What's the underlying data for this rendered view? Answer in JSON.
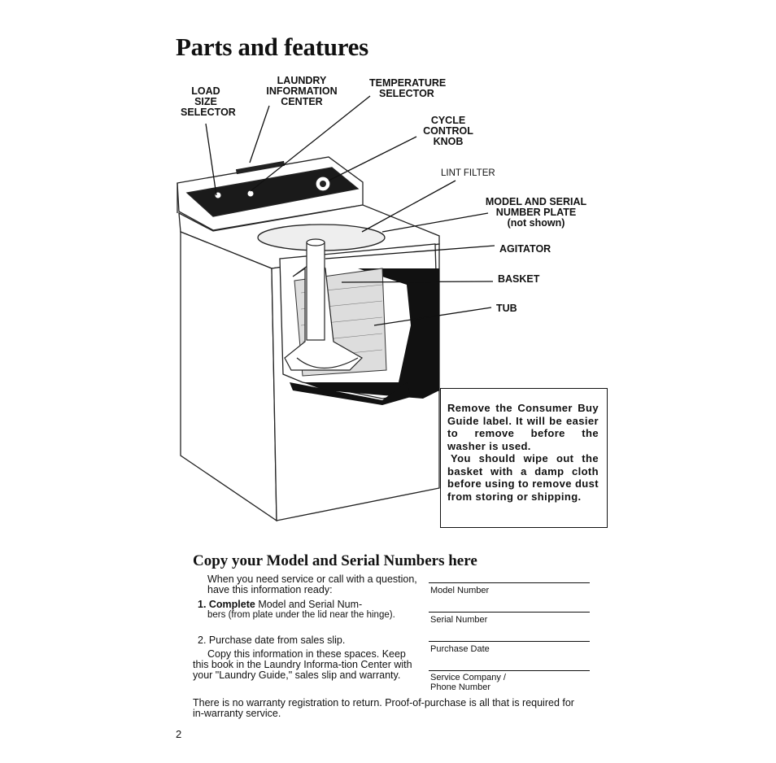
{
  "page": {
    "title": "Parts and features",
    "page_number": "2"
  },
  "labels": {
    "load_size": [
      "LOAD",
      "SIZE",
      "SELECTOR"
    ],
    "laundry_info": [
      "LAUNDRY",
      "INFORMATION",
      "CENTER"
    ],
    "temperature": [
      "TEMPERATURE",
      "SELECTOR"
    ],
    "cycle": [
      "CYCLE",
      "CONTROL",
      "KNOB"
    ],
    "lint": "LINT FILTER",
    "model_plate": [
      "MODEL AND SERIAL",
      "NUMBER PLATE",
      "(not shown)"
    ],
    "agitator": "AGITATOR",
    "basket": "BASKET",
    "tub": "TUB"
  },
  "notice": {
    "para1": "Remove the Consumer Buy Guide label. It will be easier to remove before the washer is used.",
    "para2": "You should wipe out the basket with a damp cloth before using to remove dust from storing or shipping."
  },
  "section": {
    "heading": "Copy your Model and Serial Numbers here",
    "intro": "When you need service or call with a question, have this information ready:",
    "item1_bold": "1. Complete",
    "item1_rest": " Model and Serial Num-",
    "item1_cont": "bers (from plate under the lid near the hinge).",
    "item2": "2. Purchase date from sales slip.",
    "copy_text": "Copy this information in these spaces. Keep this book in the Laundry Informa-tion Center with your \"Laundry Guide,\" sales slip and warranty.",
    "footer": "There is no warranty registration to return. Proof-of-purchase is all that is required for in-warranty service."
  },
  "fields": {
    "model": "Model Number",
    "serial": "Serial Number",
    "purchase_date": "Purchase Date",
    "service_company": "Service Company /",
    "phone": "Phone Number"
  }
}
